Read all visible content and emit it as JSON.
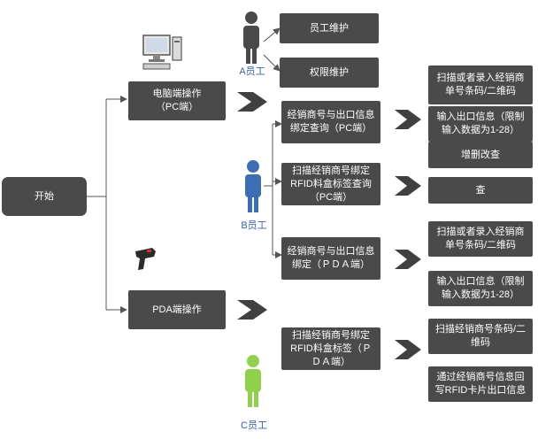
{
  "start": "开始",
  "pc_branch": {
    "title": "电脑端操作",
    "subtitle": "（PC端）"
  },
  "pda_branch": {
    "title": "PDA端操作"
  },
  "roles": {
    "a": "A员工",
    "b": "B员工",
    "c": "C员工"
  },
  "a_tasks": [
    "员工维护",
    "权限维护"
  ],
  "b_tasks": [
    "经销商号与出口信息绑定查询（PC端）",
    "扫描经销商号绑定RFID料盒标签查询（PC端）",
    "经销商号与出口信息绑定（ＰＤＡ端）"
  ],
  "c_tasks": [
    "扫描经销商号绑定RFID料盒标签（ＰＤＡ端）"
  ],
  "details": {
    "pc_query_1": [
      "扫描或者录入经销商单号条码/二维码",
      "输入出口信息（限制输入数据为1-28）"
    ],
    "pc_query_2": [
      "增删改查",
      "查"
    ],
    "pda_bind_1": [
      "扫描或者录入经销商单号条码/二维码",
      "输入出口信息（限制输入数据为1-28）"
    ],
    "pda_bind_2": [
      "扫描经销商号条码/二维码",
      "通过经销商号信息回写RFID卡片出口信息"
    ]
  },
  "colors": {
    "box": "#4a4a4a",
    "chevron": "#404040",
    "person_a": "#4a4a4a",
    "person_b": "#3d6db2",
    "person_c": "#8fd14f",
    "line": "#555555"
  }
}
